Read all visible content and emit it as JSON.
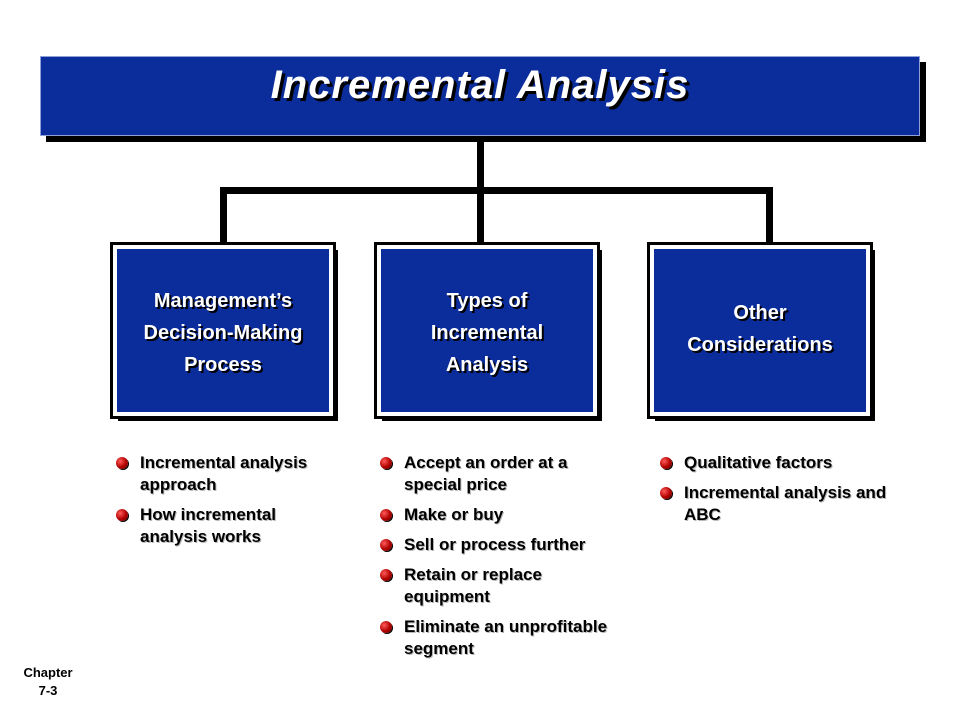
{
  "title": "Incremental Analysis",
  "boxes": [
    {
      "label": "Management’s\nDecision-Making\nProcess",
      "items": [
        "Incremental analysis approach",
        "How incremental analysis works"
      ]
    },
    {
      "label": "Types of\nIncremental\nAnalysis",
      "items": [
        "Accept an order at a special price",
        "Make or buy",
        "Sell or process further",
        "Retain or replace equipment",
        "Eliminate an unprofitable segment"
      ]
    },
    {
      "label": "Other\nConsiderations",
      "items": [
        "Qualitative factors",
        "Incremental analysis and ABC"
      ]
    }
  ],
  "footer": {
    "chapter": "Chapter\n7-3"
  },
  "colors": {
    "banner": "#0b2d9c",
    "bullet": "#c00000",
    "connector": "#000000"
  }
}
